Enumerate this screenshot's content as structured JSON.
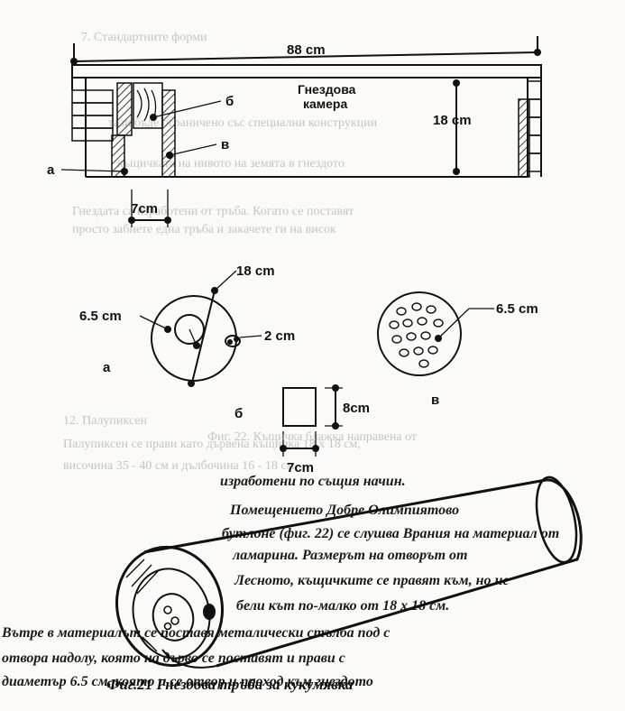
{
  "figure": {
    "caption": "Фиг.21 Гнездова тръба за кукумявка",
    "side_view": {
      "length_label": "88 cm",
      "height_label": "18 cm",
      "entrance_width_label": "7cm",
      "part_a": "а",
      "part_b": "б",
      "part_v": "в",
      "chamber_label_line1": "Гнездова",
      "chamber_label_line2": "камера"
    },
    "end_a": {
      "letter": "а",
      "diameter_label": "18 cm",
      "hole_label": "6.5 cm",
      "small_hole_label": "2 cm"
    },
    "end_b": {
      "letter": "б",
      "height_label": "8cm",
      "width_label": "7cm"
    },
    "end_v": {
      "letter": "в",
      "hole_label": "6.5 cm"
    },
    "ghost_caption": "Фиг. 22. Къщичка блажка направена от",
    "body_lines": [
      "изработени по същия начин.",
      "Помещението Добре Олимпиятово",
      "бутлоне (фиг. 22) се слушва Врания на материал от",
      "ламарина. Размерът на отворът от",
      "Лесното, къщичките се правят към, но не",
      "бели кът по-малко от 18 х 18 см.",
      "Вътре в материалът се поставя металически стълба под с",
      "отвора надолу, която на дърво се поставят и прави с",
      "диаметър 6.5 см, която и се отвор и проход към гнездото"
    ],
    "ghost_lines": [
      "7. Стандартните форми",
      "тази бъде ограничено със специални конструкции",
      "къщичката на нивото на земята в гнездото",
      "Гнездата са изработени от тръба. Когато се поставят",
      "просто забиете една тръба и закачете ги на висок",
      "12. Палупиксен",
      "Палупиксен се прави като дървена къщичка 18 х 18 см,",
      "височина 35 - 40 см и дълбочина 16 - 18 см."
    ]
  }
}
